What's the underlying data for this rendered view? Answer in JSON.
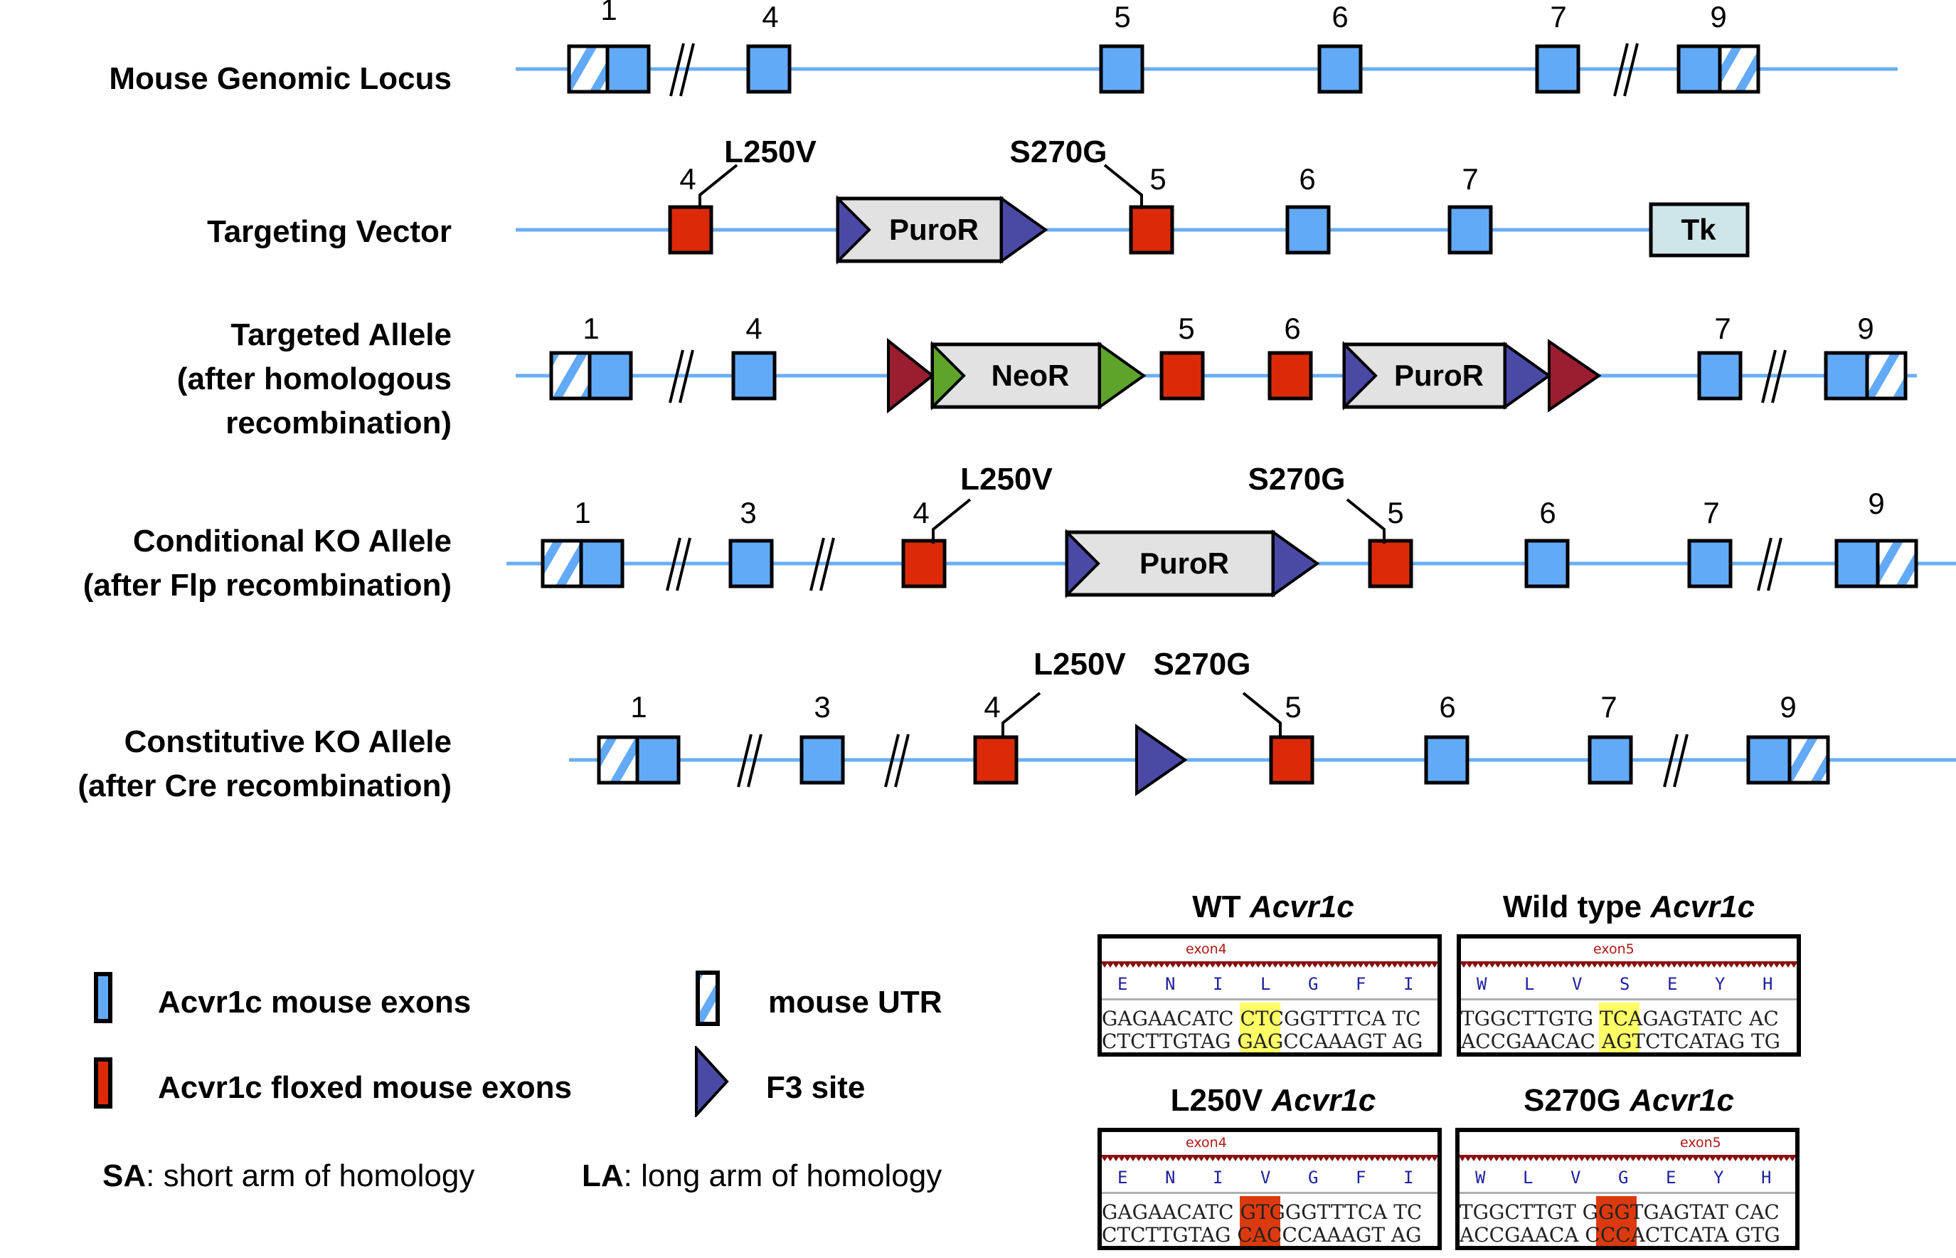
{
  "colors": {
    "exon": "#62aaf8",
    "floxed_exon": "#dc2a08",
    "intron_line": "#6aaef5",
    "f3_site": "#4a4aa6",
    "frt_site": "#9a1e30",
    "neo_site": "#5ea42a",
    "cassette_fill": "#e2e2e2",
    "tk_fill": "#cfe6e8",
    "wt_highlight": "#ffff66",
    "mut_highlight": "#dc3a0e",
    "exon_label_color": "#b01616",
    "aa_color": "#2020a0"
  },
  "rows": [
    {
      "id": "mouse-genomic-locus",
      "label_lines": [
        "Mouse Genomic Locus"
      ],
      "exons": [
        {
          "num": "1",
          "type": "utr-left"
        },
        {
          "num": "4",
          "type": "exon"
        },
        {
          "num": "5",
          "type": "exon"
        },
        {
          "num": "6",
          "type": "exon"
        },
        {
          "num": "7",
          "type": "exon"
        },
        {
          "num": "9",
          "type": "utr-right"
        }
      ]
    },
    {
      "id": "targeting-vector",
      "label_lines": [
        "Targeting Vector"
      ],
      "exons": [
        {
          "num": "4",
          "type": "floxed"
        },
        {
          "num": "5",
          "type": "floxed"
        },
        {
          "num": "6",
          "type": "exon"
        },
        {
          "num": "7",
          "type": "exon"
        }
      ],
      "cassettes": [
        {
          "label": "PuroR",
          "site": "f3"
        }
      ],
      "boxes": [
        {
          "label": "Tk"
        }
      ],
      "mutations": [
        "L250V",
        "S270G"
      ]
    },
    {
      "id": "targeted-allele",
      "label_lines": [
        "Targeted Allele",
        "(after homologous",
        "recombination)"
      ],
      "exons": [
        {
          "num": "1",
          "type": "utr-left"
        },
        {
          "num": "4",
          "type": "exon"
        },
        {
          "num": "5",
          "type": "floxed"
        },
        {
          "num": "6",
          "type": "floxed"
        },
        {
          "num": "7",
          "type": "exon"
        },
        {
          "num": "9",
          "type": "utr-right"
        }
      ],
      "cassettes": [
        {
          "label": "NeoR",
          "site": "frt"
        },
        {
          "label": "PuroR",
          "site": "f3"
        }
      ]
    },
    {
      "id": "conditional-ko-allele",
      "label_lines": [
        "Conditional KO Allele",
        "(after Flp recombination)"
      ],
      "exons": [
        {
          "num": "1",
          "type": "utr-left"
        },
        {
          "num": "3",
          "type": "exon"
        },
        {
          "num": "4",
          "type": "floxed"
        },
        {
          "num": "5",
          "type": "floxed"
        },
        {
          "num": "6",
          "type": "exon"
        },
        {
          "num": "7",
          "type": "exon"
        },
        {
          "num": "9",
          "type": "utr-right"
        }
      ],
      "cassettes": [
        {
          "label": "PuroR",
          "site": "f3"
        }
      ],
      "mutations": [
        "L250V",
        "S270G"
      ]
    },
    {
      "id": "constitutive-ko-allele",
      "label_lines": [
        "Constitutive KO Allele",
        "(after Cre recombination)"
      ],
      "exons": [
        {
          "num": "1",
          "type": "utr-left"
        },
        {
          "num": "3",
          "type": "exon"
        },
        {
          "num": "4",
          "type": "floxed"
        },
        {
          "num": "5",
          "type": "floxed"
        },
        {
          "num": "6",
          "type": "exon"
        },
        {
          "num": "7",
          "type": "exon"
        },
        {
          "num": "9",
          "type": "utr-right"
        }
      ],
      "mutations": [
        "L250V",
        "S270G"
      ]
    }
  ],
  "legend": {
    "exon_label": "Acvr1c mouse exons",
    "floxed_label": "Acvr1c floxed mouse exons",
    "utr_label": "mouse UTR",
    "f3_label": "F3 site",
    "sa_abbr": "SA",
    "sa_text": ": short arm of homology",
    "la_abbr": "LA",
    "la_text": ": long arm of homology"
  },
  "sequences": [
    {
      "id": "wt-exon4",
      "title_prefix": "WT",
      "title_gene": "Acvr1c",
      "exon_label": "exon4",
      "amino_acids": [
        "E",
        "N",
        "I",
        "L",
        "G",
        "F",
        "I"
      ],
      "top_strand": "GAGAACATC CTCGGTTTCA TC",
      "bottom_strand": "CTCTTGTAG GAGCCAAAGT AG",
      "highlight": "wt"
    },
    {
      "id": "wt-exon5",
      "title_prefix": "Wild type",
      "title_gene": "Acvr1c",
      "exon_label": "exon5",
      "amino_acids": [
        "W",
        "L",
        "V",
        "S",
        "E",
        "Y",
        "H"
      ],
      "top_strand": "TGGCTTGTG TCAGAGTATC AC",
      "bottom_strand": "ACCGAACAC AGTCTCATAG TG",
      "highlight": "wt"
    },
    {
      "id": "l250v-exon4",
      "title_prefix": "L250V",
      "title_gene": "Acvr1c",
      "exon_label": "exon4",
      "amino_acids": [
        "E",
        "N",
        "I",
        "V",
        "G",
        "F",
        "I"
      ],
      "top_strand": "GAGAACATC GTGGGTTTCA TC",
      "bottom_strand": "CTCTTGTAG CACCCAAAGT AG",
      "highlight": "mut"
    },
    {
      "id": "s270g-exon5",
      "title_prefix": "S270G",
      "title_gene": "Acvr1c",
      "exon_label": "exon5",
      "amino_acids": [
        "W",
        "L",
        "V",
        "G",
        "E",
        "Y",
        "H"
      ],
      "top_strand": "TGGCTTGT GGGTGAGTAT CAC",
      "bottom_strand": "ACCGAACA CCCACTCATA GTG",
      "highlight": "mut"
    }
  ]
}
